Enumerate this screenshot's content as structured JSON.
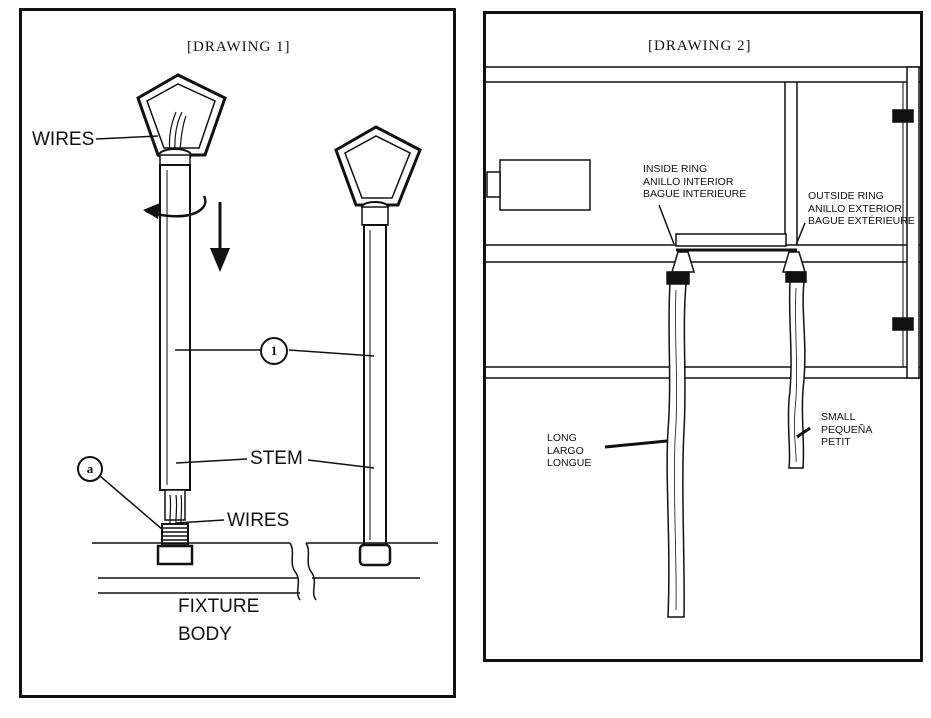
{
  "drawing1": {
    "title": "[DRAWING 1]",
    "wires_top": "WIRES",
    "callout_1": "1",
    "callout_a": "a",
    "stem": "STEM",
    "wires_bottom": "WIRES",
    "fixture_body_line1": "FIXTURE",
    "fixture_body_line2": "BODY"
  },
  "drawing2": {
    "title": "[DRAWING 2]",
    "inside_ring": "INSIDE RING\nANILLO INTERIOR\nBAGUE INTERIEURE",
    "outside_ring": "OUTSIDE RING\nANILLO EXTERIOR\nBAGUE EXTÉRIEURE",
    "long": "LONG\nLARGO\nLONGUE",
    "small": "SMALL\nPEQUEÑA\nPETIT"
  }
}
